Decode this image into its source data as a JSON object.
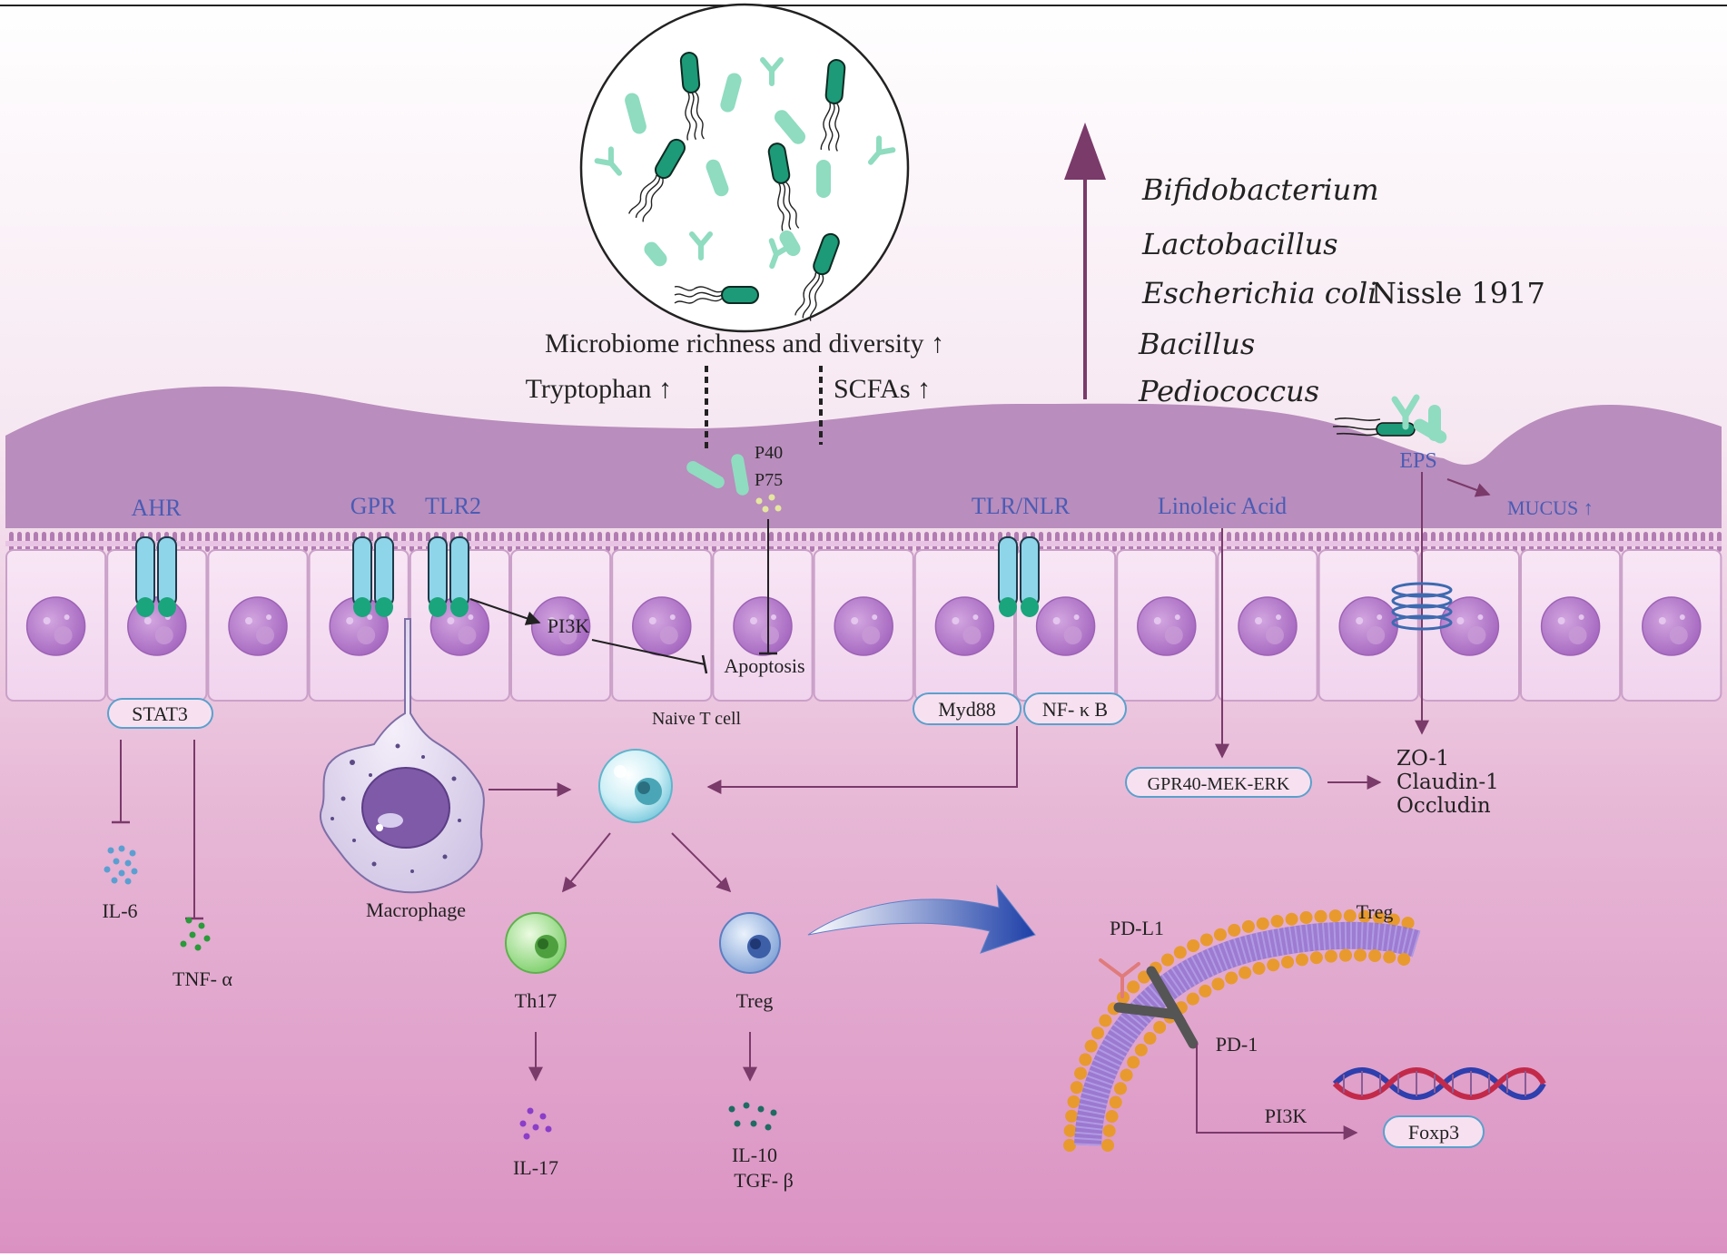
{
  "microbiome": {
    "richness_label": "Microbiome richness and diversity ↑",
    "tryptophan_label": "Tryptophan ↑",
    "scfa_label": "SCFAs ↑"
  },
  "probiotics": {
    "genera": [
      "Bifidobacterium",
      "Lactobacillus",
      "Escherichia coli",
      "Bacillus",
      "Pediococcus"
    ],
    "strain_suffix": "Nissle 1917"
  },
  "proteins": {
    "p40": "P40",
    "p75": "P75"
  },
  "eps": {
    "label": "EPS",
    "mucus_label": "MUCUS ↑"
  },
  "receptors": {
    "ahr": "AHR",
    "gpr": "GPR",
    "tlr2": "TLR2",
    "tlr_nlr": "TLR/NLR",
    "linoleic": "Linoleic Acid"
  },
  "pathways": {
    "pi3k": "PI3K",
    "apoptosis": "Apoptosis",
    "stat3": "STAT3",
    "myd88": "Myd88",
    "nfkb": "NF- κ B",
    "gpr40": "GPR40-MEK-ERK",
    "tight_junctions": [
      "ZO-1",
      "Claudin-1",
      "Occludin"
    ]
  },
  "cells": {
    "naive_t": "Naive T cell",
    "macrophage": "Macrophage",
    "th17": "Th17",
    "treg": "Treg"
  },
  "cytokines": {
    "il6": "IL-6",
    "tnf": "TNF- α",
    "il17": "IL-17",
    "il10": "IL-10",
    "tgf": "TGF- β"
  },
  "treg_detail": {
    "treg_label": "Treg",
    "pdl1": "PD-L1",
    "pd1": "PD-1",
    "pi3k": "PI3K",
    "foxp3": "Foxp3"
  },
  "colors": {
    "arrow": "#7a3a6a",
    "receptor": "#8fd5ea",
    "receptor_base": "#1aa57c",
    "label_blue": "#4a5cb4",
    "bacteria": "#1d9a78",
    "bacteria_light": "#8fdcc0",
    "mucus": "#b98dbd"
  }
}
